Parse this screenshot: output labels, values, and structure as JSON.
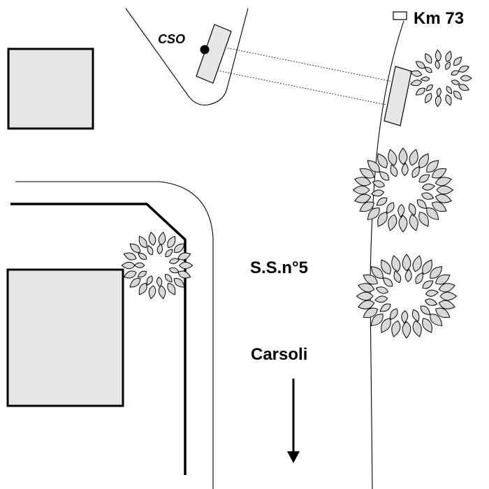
{
  "labels": {
    "km": "Km 73",
    "cso": "CSO",
    "road": "S.S.n°5",
    "direction": "Carsoli"
  },
  "colors": {
    "building_fill": "#e6e6e6",
    "foliage_fill": "#d8d8d8",
    "ink": "#000000"
  },
  "icons": {
    "direction_arrow": "arrow-down-icon",
    "km_marker": "km-marker-icon",
    "cso_point": "cso-point-icon"
  }
}
